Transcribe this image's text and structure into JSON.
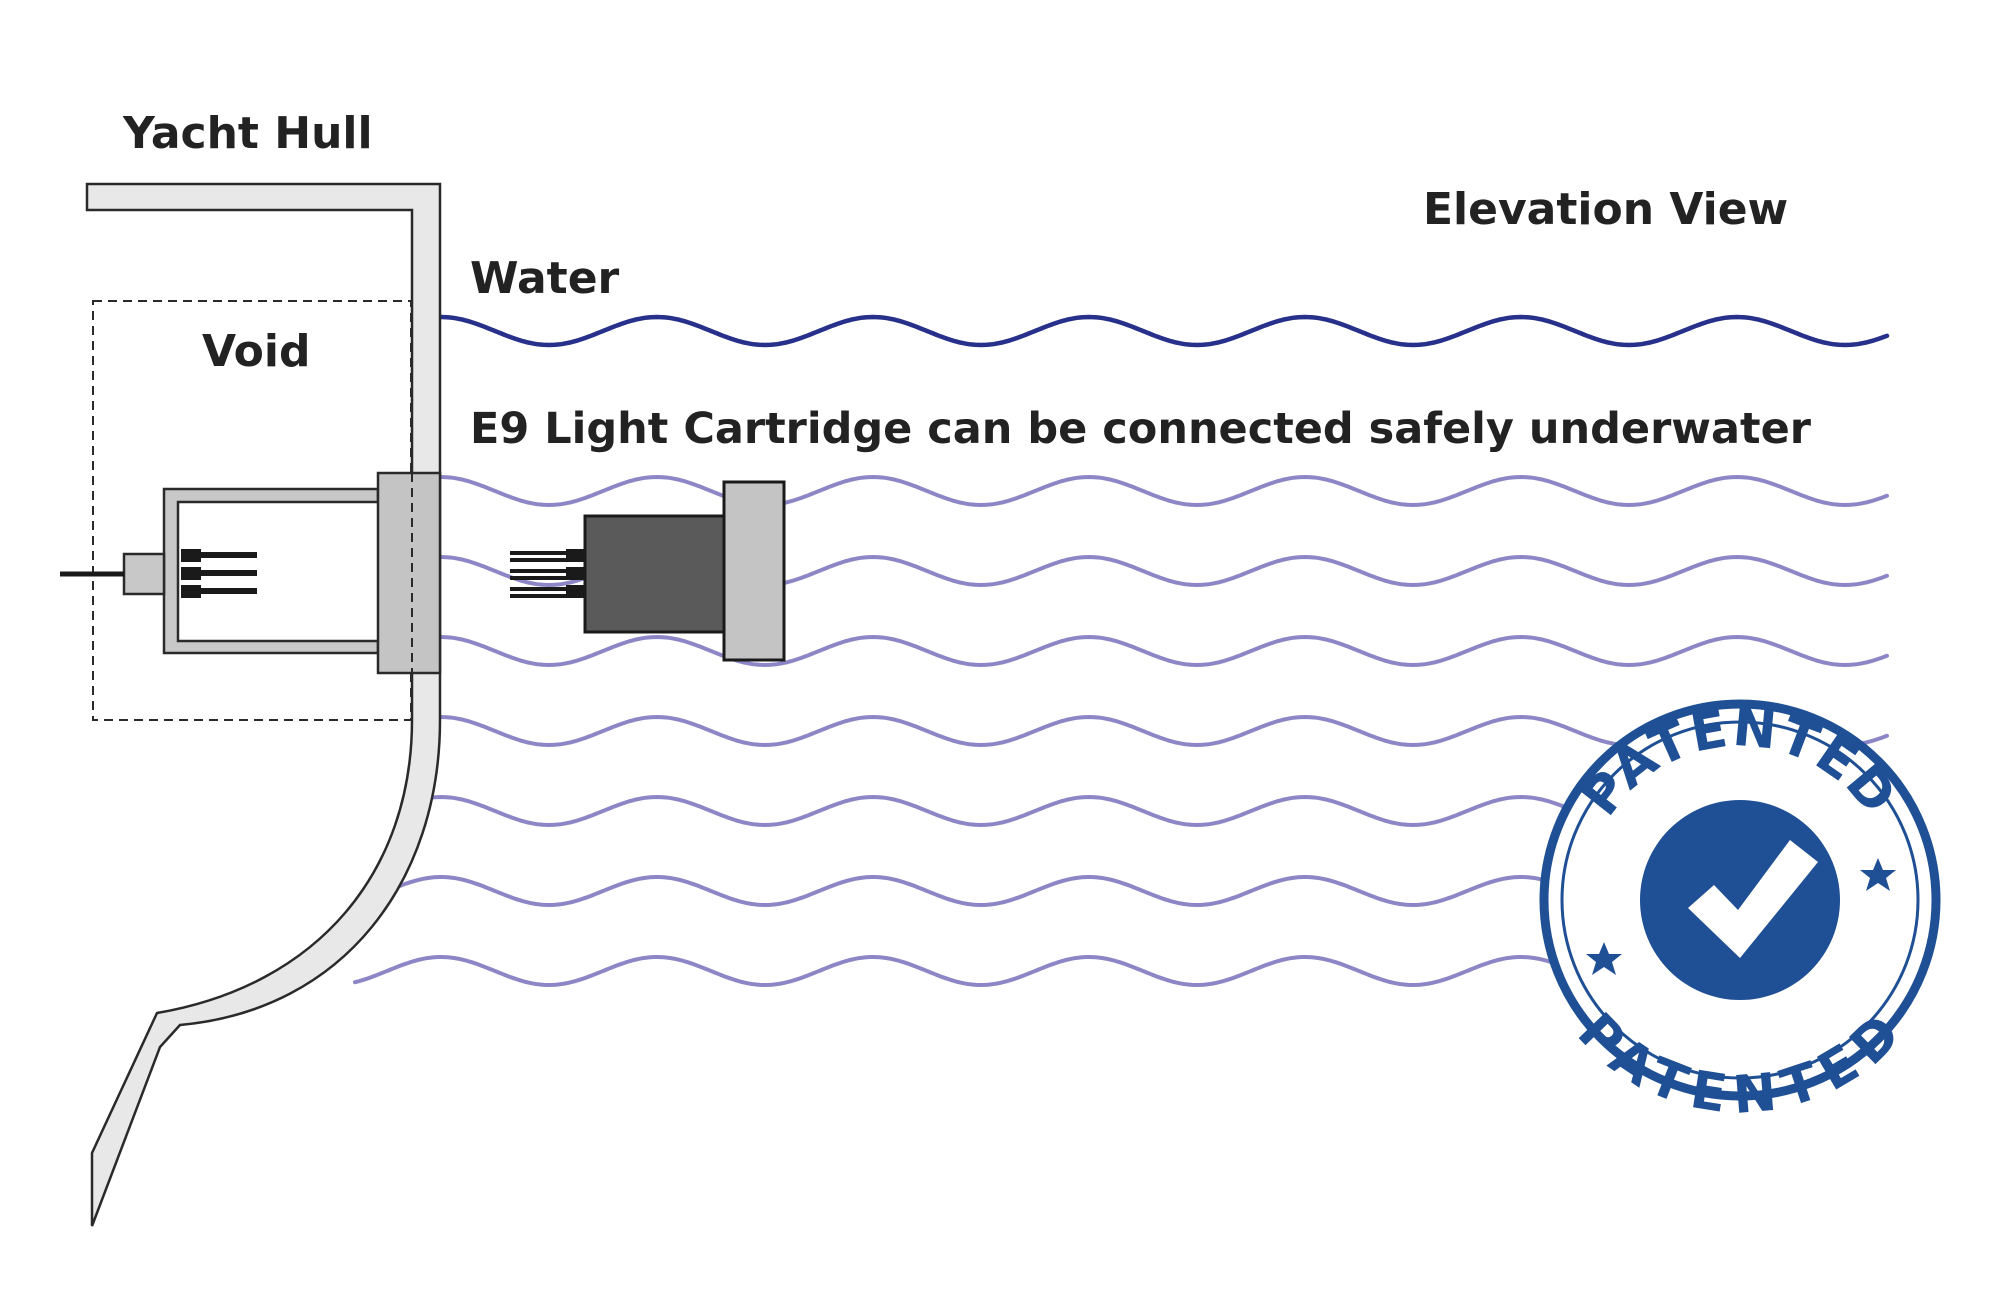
{
  "labels": {
    "yacht_hull": "Yacht Hull",
    "elevation_view": "Elevation View",
    "water": "Water",
    "void": "Void",
    "caption": "E9 Light Cartridge can be connected safely underwater"
  },
  "stamp": {
    "text": "PATENTED",
    "color": "#1f4f94"
  },
  "colors": {
    "surface_wave": "#27308a",
    "underwater_wave": "#8c86c6",
    "hull_fill": "#e8e8e8",
    "hull_stroke": "#2a2a2a",
    "flange": "#c4c4c4",
    "cartridge_body": "#5a5a5a",
    "text": "#222222"
  }
}
